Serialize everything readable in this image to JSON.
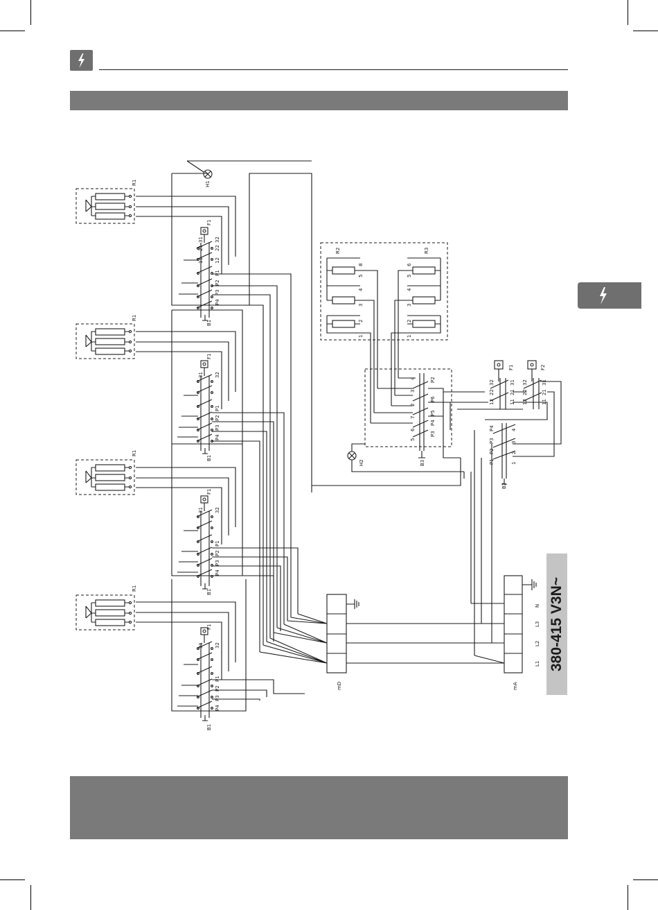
{
  "page": {
    "voltage_label": "380-415 V3N~"
  },
  "icons": {
    "header": "lightning-bolt-icon",
    "side_tab": "lightning-bolt-icon",
    "ground": "ground-icon"
  },
  "colors": {
    "bar_gray": "#7a7a7a",
    "tab_gray": "#6f6f6f",
    "voltage_gray": "#c4c4c4",
    "line": "#1a1a1a"
  },
  "labels": {
    "R1": "R1",
    "R2": "R2",
    "R3": "R3",
    "B1": "B1",
    "B2": "B2",
    "B3": "B3",
    "F1": "F1",
    "F2": "F2",
    "H1": "H1",
    "H2": "H2",
    "mD": "mD",
    "mA": "mA",
    "L1": "L1",
    "L2": "L2",
    "L3": "L3",
    "N": "N",
    "P1": "P1",
    "P2": "P2",
    "P3": "P3",
    "P4": "P4",
    "P5": "P5",
    "P6": "P6",
    "t11": "11",
    "t12": "12",
    "t21": "21",
    "t22": "22",
    "t31": "31",
    "t32": "32",
    "n1": "1",
    "n2": "2",
    "n3": "3",
    "n4": "4",
    "n5": "5",
    "n6": "6",
    "n7": "7",
    "n8": "8"
  }
}
